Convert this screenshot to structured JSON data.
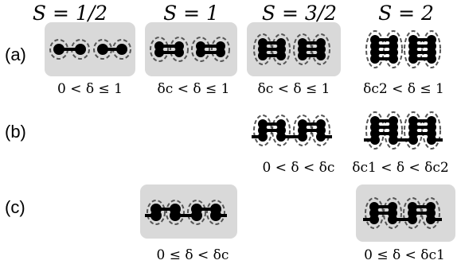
{
  "headers": [
    "S = 1/2",
    "S = 1",
    "S = 3/2",
    "S = 2"
  ],
  "rows": [
    "(a)",
    "(b)",
    "(c)"
  ],
  "conditions": {
    "a1": "0 < δ ≤ 1",
    "a2": "δc < δ ≤ 1",
    "a3": "δc < δ ≤ 1",
    "a4": "δc2 < δ ≤ 1",
    "b3": "0 < δ < δc",
    "b4": "δc1 < δ < δc2",
    "c2": "0 ≤ δ < δc",
    "c4": "0 ≤ δ < δc1"
  },
  "colors": {
    "panel_fill": "#d9d9d9",
    "bond": "#000000",
    "site": "#000000",
    "ellipse_stroke": "#555555"
  },
  "panels": [
    {
      "id": "a1",
      "spin": "1/2",
      "row": "a",
      "shaded": true,
      "bonds_per_pair": 1,
      "dangling": false
    },
    {
      "id": "a2",
      "spin": "1",
      "row": "a",
      "shaded": true,
      "bonds_per_pair": 2,
      "dangling": false
    },
    {
      "id": "a3",
      "spin": "3/2",
      "row": "a",
      "shaded": true,
      "bonds_per_pair": 3,
      "dangling": false
    },
    {
      "id": "a4",
      "spin": "2",
      "row": "a",
      "shaded": false,
      "bonds_per_pair": 4,
      "dangling": false
    },
    {
      "id": "b3",
      "spin": "3/2",
      "row": "b",
      "shaded": false,
      "bonds_per_pair": 2,
      "dangling": true
    },
    {
      "id": "b4",
      "spin": "2",
      "row": "b",
      "shaded": false,
      "bonds_per_pair": 3,
      "dangling": true
    },
    {
      "id": "c2",
      "spin": "1",
      "row": "c",
      "shaded": true,
      "bonds_per_pair": 1,
      "dangling": true
    },
    {
      "id": "c4",
      "spin": "2",
      "row": "c",
      "shaded": true,
      "bonds_per_pair": 2,
      "dangling": true
    }
  ]
}
